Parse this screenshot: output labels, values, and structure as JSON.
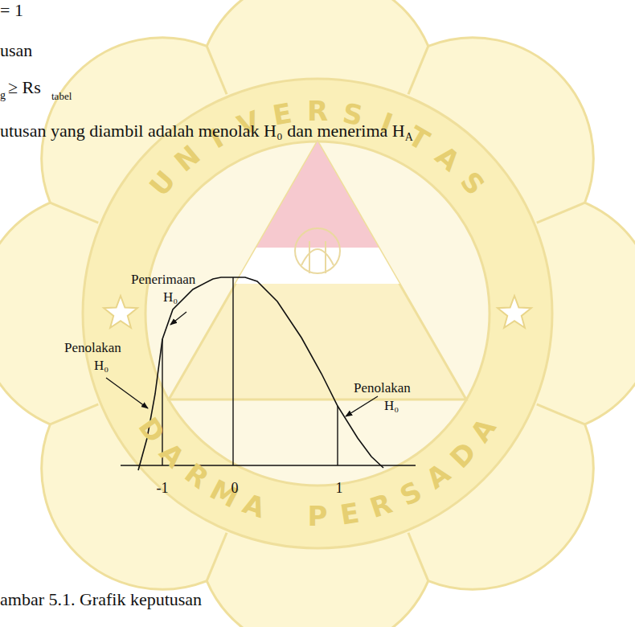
{
  "diagram": {
    "caption": "ambar 5.1. Grafik keputusan",
    "labels": [
      "= 1",
      "usan",
      "g",
      "≥ Rs",
      "tabel",
      "utusan yang diambil adalah menolak H₀ dan menerima H",
      "A",
      "Penerimaan",
      "H₀",
      "Penolakan",
      "H₀",
      "Penolakan",
      "H₀",
      "-1",
      "0",
      "1",
      "UNIVERSITAS",
      "DARMA PERSADA"
    ]
  }
}
